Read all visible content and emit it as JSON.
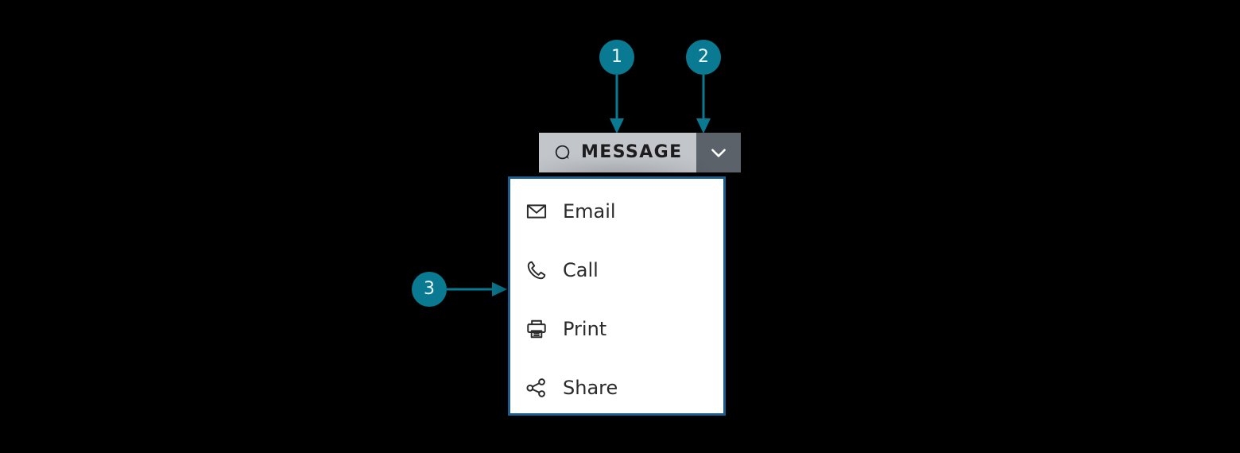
{
  "theme": {
    "background": "#000000",
    "accent_teal": "#0a7a93",
    "button_face": "#c2c6cb",
    "button_toggle": "#5c626a",
    "menu_border": "#1c5d8f",
    "menu_background": "#ffffff",
    "text_dark": "#2b2b2b"
  },
  "split_button": {
    "label": "MESSAGE",
    "icon": "message-bubble-icon",
    "toggle_icon": "chevron-down-icon"
  },
  "dropdown_menu": {
    "expanded": true,
    "items": [
      {
        "label": "Email",
        "icon": "envelope-icon"
      },
      {
        "label": "Call",
        "icon": "phone-icon"
      },
      {
        "label": "Print",
        "icon": "printer-icon"
      },
      {
        "label": "Share",
        "icon": "share-nodes-icon"
      }
    ]
  },
  "callouts": [
    {
      "number": "1",
      "target": "split-button-main"
    },
    {
      "number": "2",
      "target": "split-button-toggle"
    },
    {
      "number": "3",
      "target": "dropdown-menu"
    }
  ]
}
